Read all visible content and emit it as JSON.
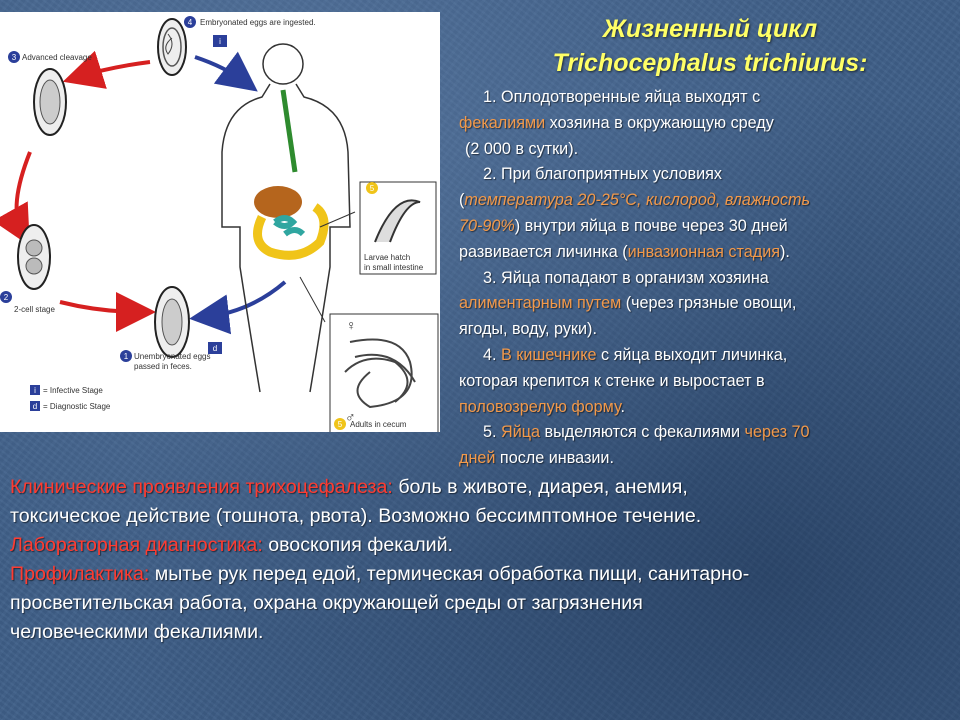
{
  "title": {
    "line1": "Жизненный цикл",
    "line2": "Trichocephalus trichiurus:"
  },
  "diagram": {
    "labels": {
      "top": "Embryonated eggs are ingested.",
      "advanced_cleavage": "Advanced cleavage",
      "two_cell": "2-cell stage",
      "unembryonated_1": "Unembryonated eggs",
      "unembryonated_2": "passed in feces.",
      "larvae_1": "Larvae hatch",
      "larvae_2": "in small intestine",
      "adults": "Adults in cecum",
      "legend_i": "= Infective Stage",
      "legend_d": "= Diagnostic Stage"
    },
    "badges": {
      "n1": "1",
      "n2": "2",
      "n3": "3",
      "n4": "4",
      "n5a": "5",
      "n5b": "5",
      "i": "i",
      "d": "d",
      "female": "♀",
      "male": "♂"
    },
    "colors": {
      "cycle_arrow": "#d62020",
      "ingest_arrow": "#2b3f9a",
      "badge": "#2b3f9a",
      "esophagus": "#2e8b2e",
      "intestine": "#f0c419",
      "colon": "#2fa6a0"
    }
  },
  "steps": {
    "s1": {
      "a": "1. Оплодотворенные яйца выходят с",
      "b_hl": "фекалиями",
      "b": " хозяина в  окружающую  среду",
      "c": "(2 000 в сутки)."
    },
    "s2": {
      "a": "2. При благоприятных условиях",
      "b_open": "(",
      "b_hl": "температура 20-25°С, кислород, влажность",
      "c_hl": "70-90%",
      "c": ") внутри яйца в почве через 30 дней",
      "d": "развивается личинка (",
      "d_hl": "инвазионная стадия",
      "d_close": ")."
    },
    "s3": {
      "a": "3. Яйца попадают в организм хозяина",
      "b_hl": "алиментарным путем",
      "b": " (через грязные овощи,",
      "c": "ягоды, воду, руки)."
    },
    "s4": {
      "a": "4. ",
      "a_hl": "В кишечнике",
      "a2": " с яйца выходит личинка,",
      "b": "которая крепится к стенке и выростает в",
      "c_hl": "половозрелую форму",
      "c": "."
    },
    "s5": {
      "a": "5. ",
      "a_hl": "Яйца",
      "a2": " выделяются с фекалиями ",
      "a_hl2": "через 70",
      "b_hl": "дней",
      "b": " после инвазии."
    }
  },
  "bottom": {
    "clinical_label": "Клинические проявления трихоцефалеза:",
    "clinical_text1": " боль в животе, диарея, анемия,",
    "clinical_text2": "токсическое действие (тошнота, рвота). Возможно бессимптомное течение.",
    "lab_label": "Лабораторная диагностика:",
    "lab_text": " овоскопия фекалий.",
    "prev_label": "Профилактика:",
    "prev_text1": " мытье рук перед едой, термическая обработка пищи, санитарно-",
    "prev_text2": "просветительская работа, охрана окружающей среды от загрязнения",
    "prev_text3": "человеческими фекалиями."
  }
}
